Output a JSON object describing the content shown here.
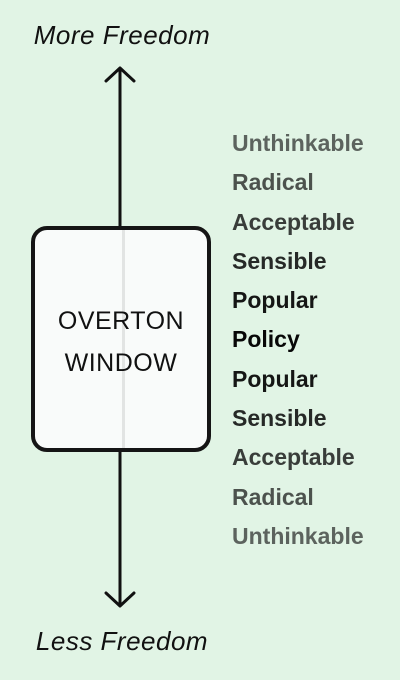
{
  "diagram": {
    "top_label": "More Freedom",
    "bottom_label": "Less Freedom",
    "window_line1": "OVERTON",
    "window_line2": "WINDOW",
    "scale": [
      {
        "text": "Unthinkable",
        "color": "#5c635e"
      },
      {
        "text": "Radical",
        "color": "#4c524d"
      },
      {
        "text": "Acceptable",
        "color": "#393d3a"
      },
      {
        "text": "Sensible",
        "color": "#262927"
      },
      {
        "text": "Popular",
        "color": "#151615"
      },
      {
        "text": "Policy",
        "color": "#070707"
      },
      {
        "text": "Popular",
        "color": "#151615"
      },
      {
        "text": "Sensible",
        "color": "#262927"
      },
      {
        "text": "Acceptable",
        "color": "#393d3a"
      },
      {
        "text": "Radical",
        "color": "#4c524d"
      },
      {
        "text": "Unthinkable",
        "color": "#5c635e"
      }
    ]
  }
}
